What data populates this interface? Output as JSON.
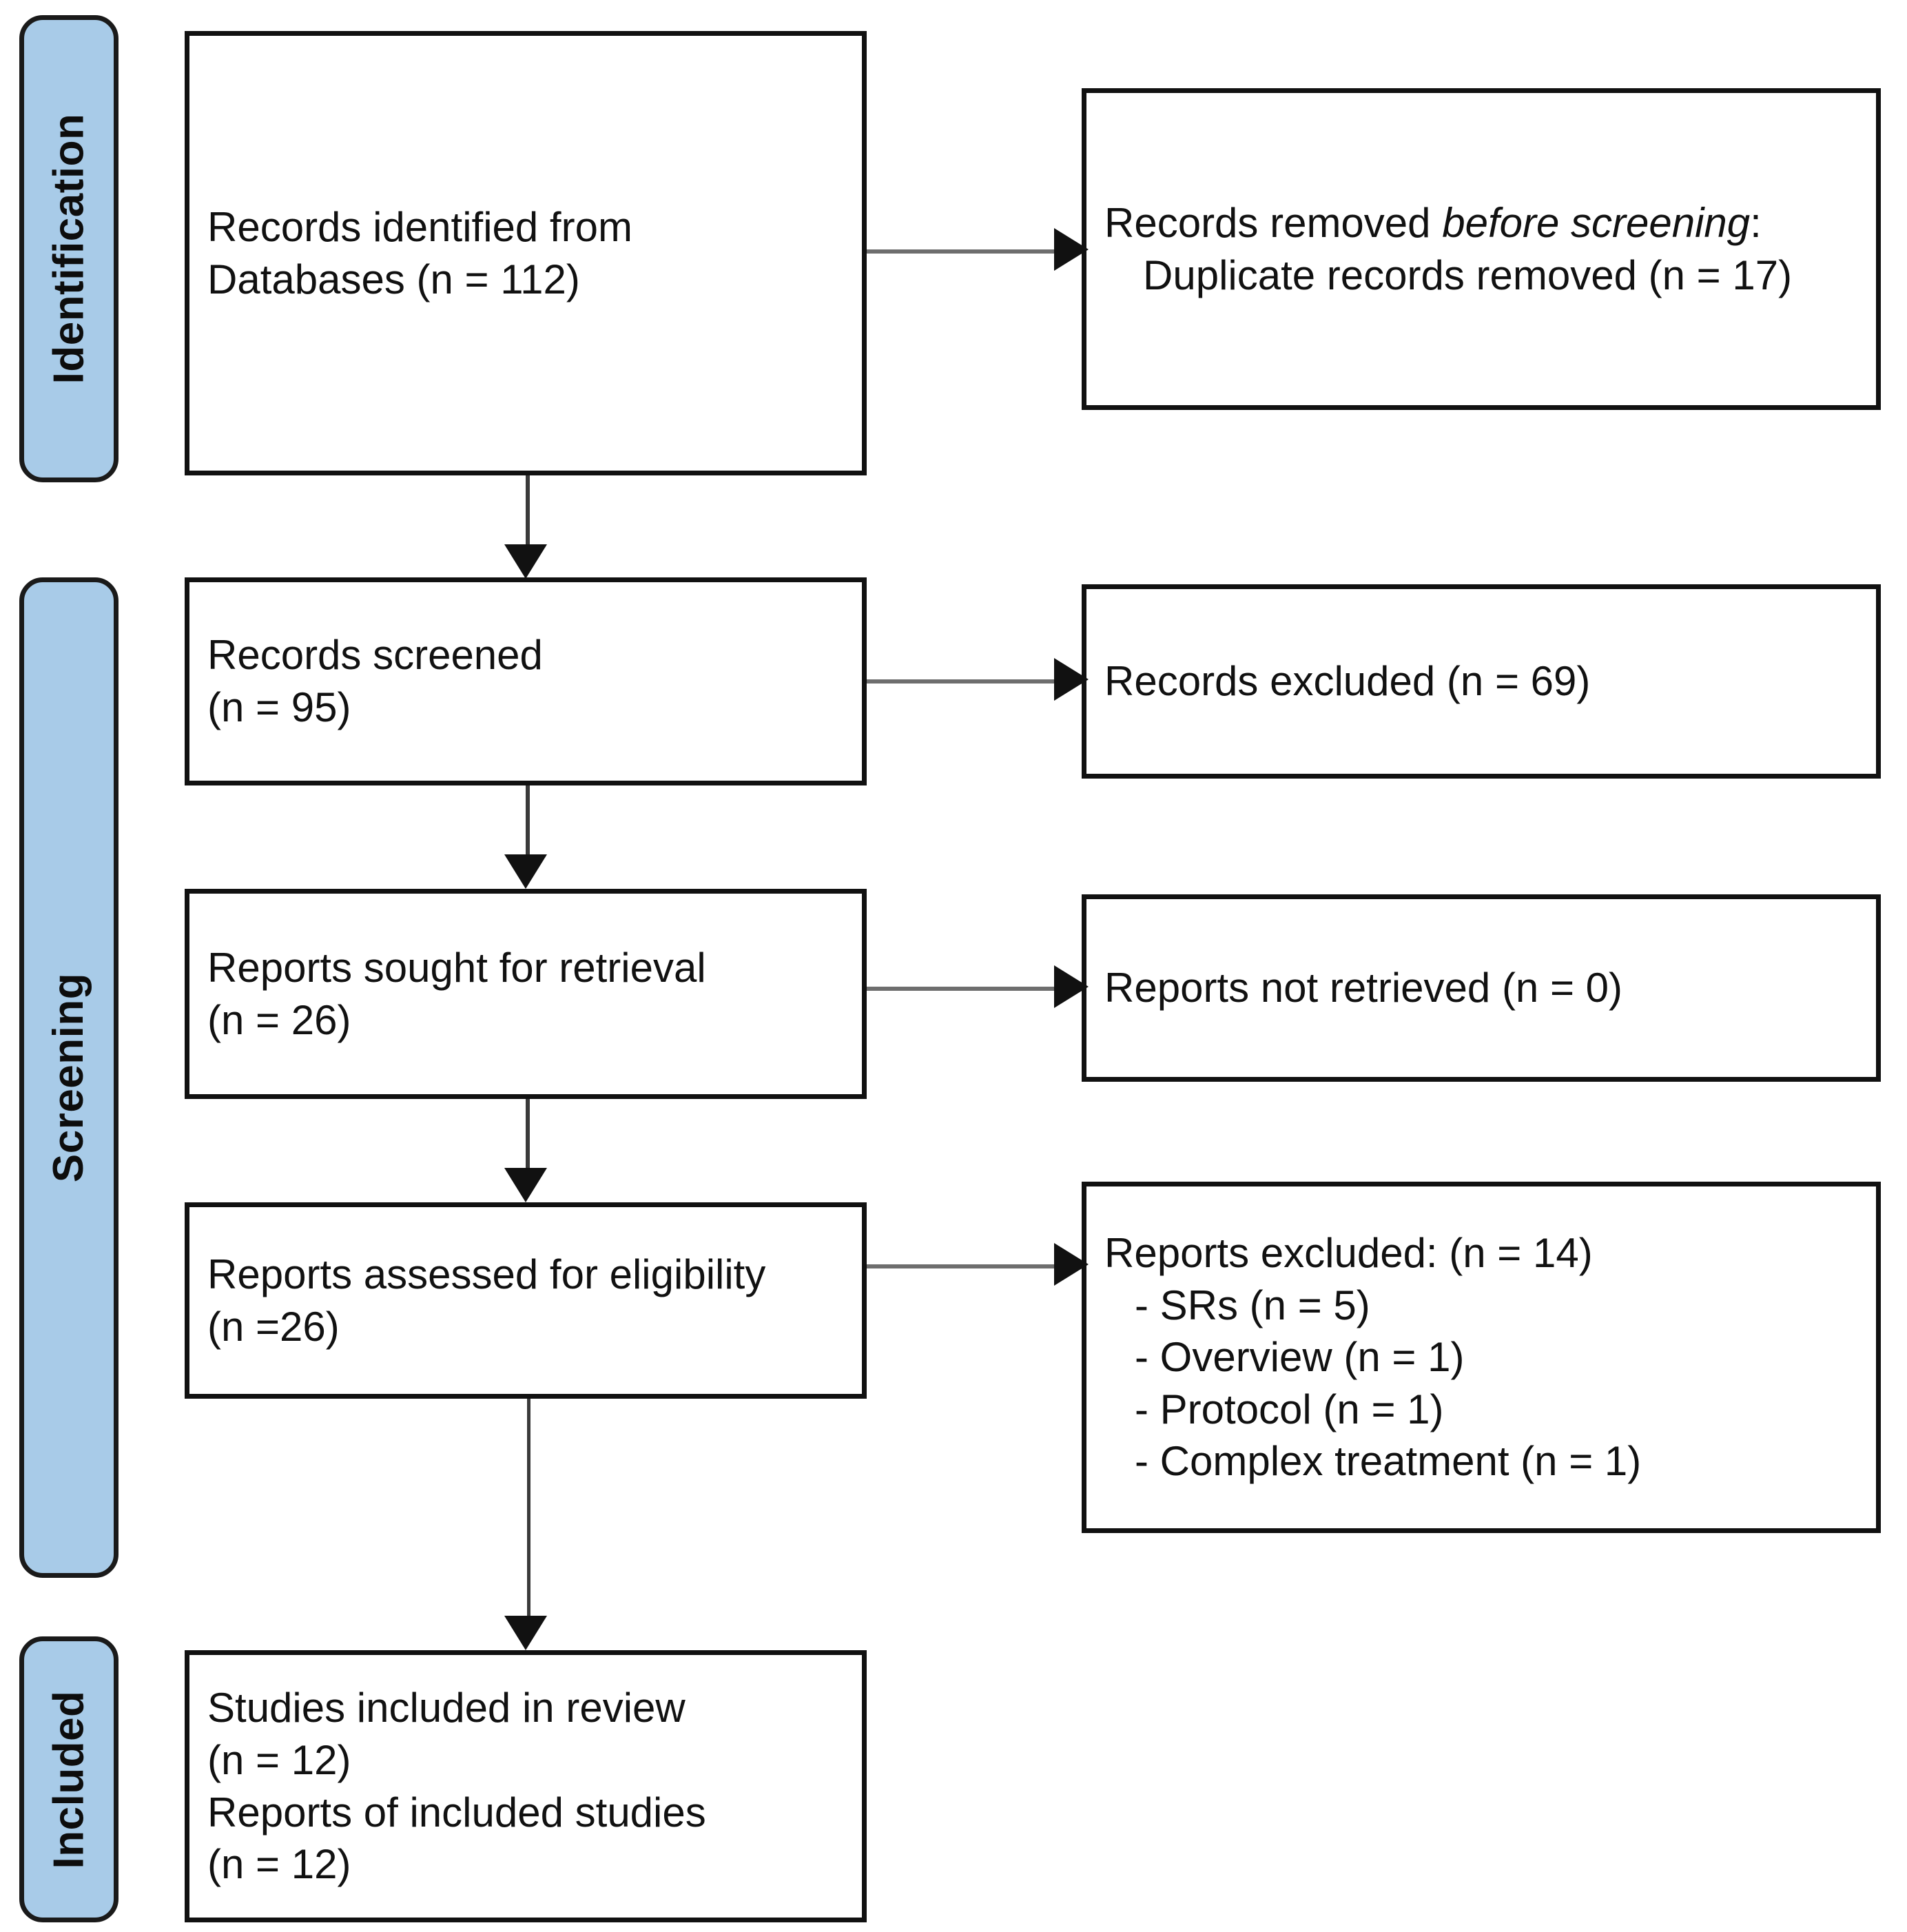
{
  "diagram": {
    "title": "PRISMA 2020 flow diagram",
    "accent_color": "#A8CBE8",
    "border_color": "#111111",
    "connector_color": "#6e6e6e"
  },
  "phases": [
    {
      "id": "identification",
      "label": "Identification"
    },
    {
      "id": "screening",
      "label": "Screening"
    },
    {
      "id": "included",
      "label": "Included"
    }
  ],
  "boxes": {
    "records_identified": {
      "line1": "Records identified from",
      "line2": "Databases (n = 112)"
    },
    "records_removed": {
      "line1_a": "Records removed ",
      "line1_b": "before screening",
      "line1_c": ":",
      "line2": "Duplicate records removed (n = 17)"
    },
    "records_screened": {
      "line1": "Records screened",
      "line2": "(n = 95)"
    },
    "records_excluded": {
      "line1": "Records excluded (n = 69)"
    },
    "reports_sought": {
      "line1": "Reports sought for retrieval",
      "line2": "(n = 26)"
    },
    "reports_not_retrieved": {
      "line1": "Reports not retrieved (n = 0)"
    },
    "reports_assessed": {
      "line1": "Reports assessed for eligibility",
      "line2": "(n =26)"
    },
    "reports_excluded": {
      "heading": "Reports excluded: (n = 14)",
      "items": [
        "- SRs (n = 5)",
        "- Overview (n = 1)",
        "- Protocol (n = 1)",
        "- Complex treatment (n = 1)"
      ]
    },
    "studies_included": {
      "line1": "Studies included in review",
      "line2": "(n = 12)",
      "line3": "Reports of included studies",
      "line4": "(n = 12)"
    }
  },
  "chart_data": {
    "type": "table",
    "title": "PRISMA 2020 flow diagram",
    "stages": [
      {
        "phase": "Identification",
        "label": "Records identified from Databases",
        "n": 112
      },
      {
        "phase": "Identification",
        "label": "Duplicate records removed before screening",
        "n": 17
      },
      {
        "phase": "Screening",
        "label": "Records screened",
        "n": 95
      },
      {
        "phase": "Screening",
        "label": "Records excluded",
        "n": 69
      },
      {
        "phase": "Screening",
        "label": "Reports sought for retrieval",
        "n": 26
      },
      {
        "phase": "Screening",
        "label": "Reports not retrieved",
        "n": 0
      },
      {
        "phase": "Screening",
        "label": "Reports assessed for eligibility",
        "n": 26
      },
      {
        "phase": "Screening",
        "label": "Reports excluded",
        "n": 14
      },
      {
        "phase": "Screening",
        "label": "Reports excluded: SRs",
        "n": 5
      },
      {
        "phase": "Screening",
        "label": "Reports excluded: Overview",
        "n": 1
      },
      {
        "phase": "Screening",
        "label": "Reports excluded: Protocol",
        "n": 1
      },
      {
        "phase": "Screening",
        "label": "Reports excluded: Complex treatment",
        "n": 1
      },
      {
        "phase": "Included",
        "label": "Studies included in review",
        "n": 12
      },
      {
        "phase": "Included",
        "label": "Reports of included studies",
        "n": 12
      }
    ]
  }
}
